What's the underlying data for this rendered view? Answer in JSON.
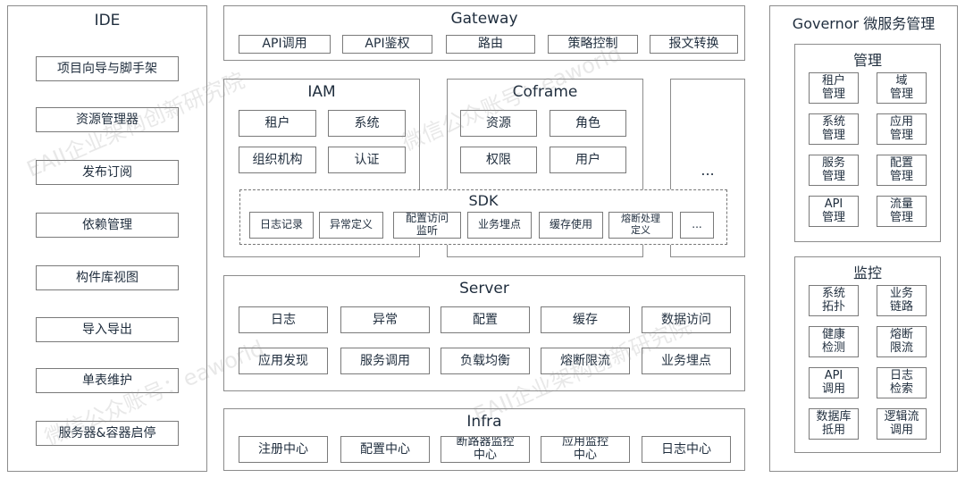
{
  "ide": {
    "title": "IDE",
    "items": [
      "项目向导与脚手架",
      "资源管理器",
      "发布订阅",
      "依赖管理",
      "构件库视图",
      "导入导出",
      "单表维护",
      "服务器&容器启停"
    ]
  },
  "gateway": {
    "title": "Gateway",
    "items": [
      "API调用",
      "API鉴权",
      "路由",
      "策略控制",
      "报文转换"
    ]
  },
  "iam": {
    "title": "IAM",
    "items": [
      "租户",
      "系统",
      "组织机构",
      "认证"
    ]
  },
  "coframe": {
    "title": "Coframe",
    "items": [
      "资源",
      "角色",
      "权限",
      "用户"
    ]
  },
  "extra_box": {
    "label": "..."
  },
  "sdk": {
    "title": "SDK",
    "items": [
      "日志记录",
      "异常定义",
      "配置访问\n监听",
      "业务埋点",
      "缓存使用",
      "熔断处理\n定义",
      "..."
    ]
  },
  "server": {
    "title": "Server",
    "items": [
      "日志",
      "异常",
      "配置",
      "缓存",
      "数据访问",
      "应用发现",
      "服务调用",
      "负载均衡",
      "熔断限流",
      "业务埋点"
    ]
  },
  "infra": {
    "title": "Infra",
    "items": [
      "注册中心",
      "配置中心",
      "断路器监控\n中心",
      "应用监控\n中心",
      "日志中心"
    ]
  },
  "governor": {
    "title": "Governor 微服务管理",
    "management": {
      "title": "管理",
      "items": [
        "租户\n管理",
        "域\n管理",
        "系统\n管理",
        "应用\n管理",
        "服务\n管理",
        "配置\n管理",
        "API\n管理",
        "流量\n管理"
      ]
    },
    "monitoring": {
      "title": "监控",
      "items": [
        "系统\n拓扑",
        "业务\n链路",
        "健康\n检测",
        "熔断\n限流",
        "API\n调用",
        "日志\n检索",
        "数据库\n抵用",
        "逻辑流\n调用"
      ]
    }
  },
  "watermarks": [
    "EAII企业架构创新研究院",
    "微信公众账号：eaworld"
  ],
  "colors": {
    "border": "#8c8c8c",
    "text": "#1f2d3d",
    "watermark": "#969696"
  }
}
